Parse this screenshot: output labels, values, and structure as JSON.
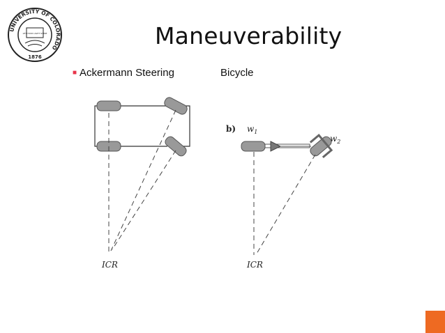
{
  "slide": {
    "title": "Maneuverability",
    "bullet": "Ackermann Steering",
    "bicycle_label": "Bicycle",
    "accent_color": "#ee6a22",
    "bullet_color": "#e8344a"
  },
  "logo": {
    "ring_text": "UNIVERSITY OF COLORADO",
    "year": "1876",
    "motto": "LET YOUR LIGHT SHINE"
  },
  "ackermann": {
    "icr_label": "ICR"
  },
  "bicycle": {
    "panel_label": "b)",
    "w1_label": "w",
    "w1_sub": "1",
    "w2_label": "w",
    "w2_sub": "2",
    "icr_label": "ICR"
  }
}
